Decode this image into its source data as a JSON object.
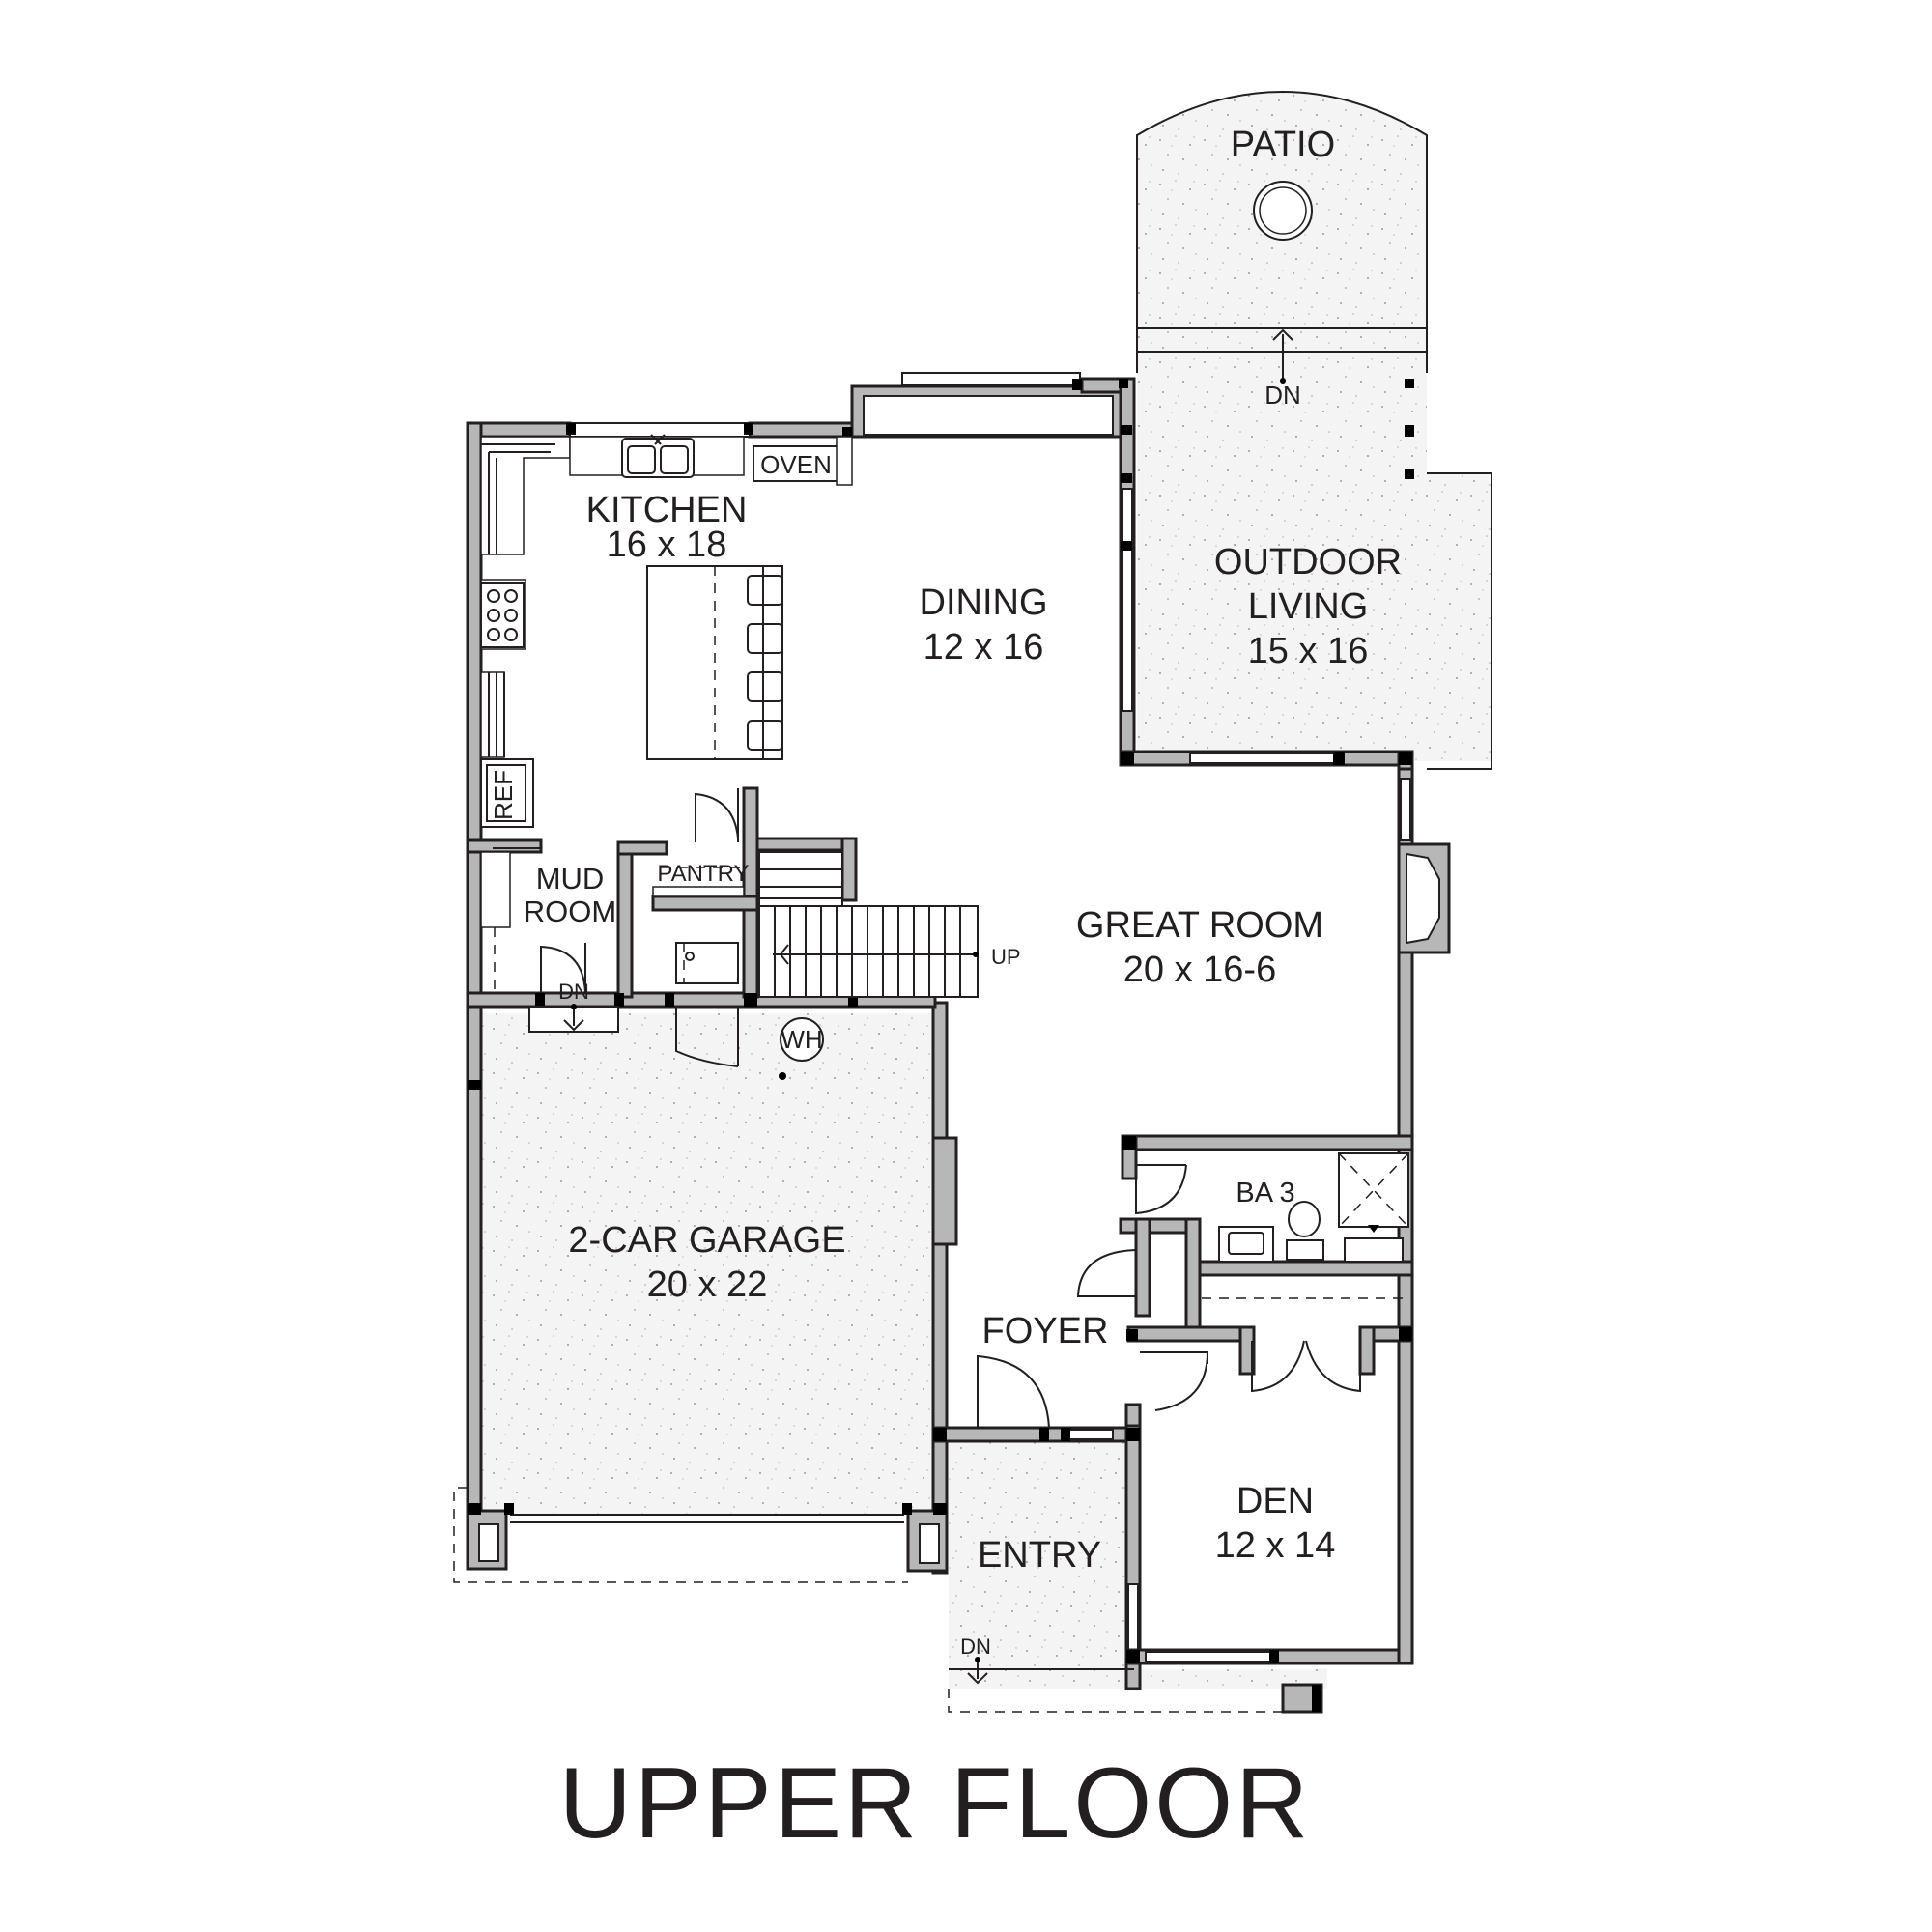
{
  "title": "UPPER FLOOR",
  "rooms": {
    "patio": {
      "name": "PATIO"
    },
    "kitchen": {
      "name": "KITCHEN",
      "size": "16 x 18"
    },
    "dining": {
      "name": "DINING",
      "size": "12 x 16"
    },
    "outdoor_living": {
      "name_line1": "OUTDOOR",
      "name_line2": "LIVING",
      "size": "15 x 16"
    },
    "great_room": {
      "name": "GREAT ROOM",
      "size": "20 x 16-6"
    },
    "mud_room": {
      "name_line1": "MUD",
      "name_line2": "ROOM"
    },
    "pantry": {
      "name": "PANTRY"
    },
    "garage": {
      "name": "2-CAR GARAGE",
      "size": "20 x 22"
    },
    "bath3": {
      "name": "BA 3"
    },
    "foyer": {
      "name": "FOYER"
    },
    "den": {
      "name": "DEN",
      "size": "12 x 14"
    },
    "entry": {
      "name": "ENTRY"
    }
  },
  "fixtures": {
    "oven": "OVEN",
    "ref": "REF",
    "wh": "WH"
  },
  "stairs": {
    "patio_dn": "DN",
    "main_up": "UP",
    "mud_dn": "DN",
    "entry_dn": "DN"
  }
}
